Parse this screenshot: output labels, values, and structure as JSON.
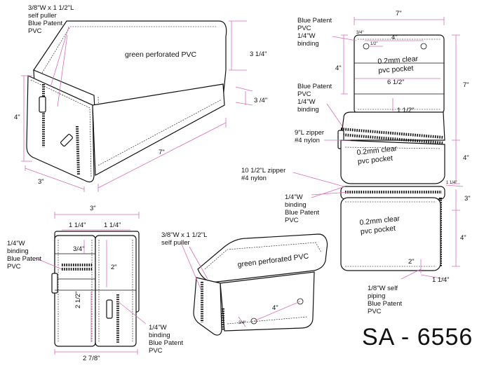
{
  "labels": {
    "puller_tl": "3/8\"W x 1 1/2\"L\nself puller\nBlue Patent\nPVC",
    "green_top": "green perforated PVC",
    "binding_top_r": "Blue Patent\nPVC\n1/4\"W\nbinding",
    "binding_mid_r": "Blue Patent\nPVC\n1/4\"W\nbinding",
    "zipper_9": "9\"L zipper\n#4 nylon",
    "zipper_10": "10 1/2\"L zipper\n#4 nylon",
    "binding_lower_r": "1/4\"W\nbinding\nBlue Patent\nPVC",
    "binding_front_l": "1/4\"W\nbinding\nBlue Patent\nPVC",
    "binding_front_bot": "1/4\"W\nbinding\nBlue Patent\nPVC",
    "puller_bc": "3/8\"W x 1 1/2\"L\nself puller",
    "green_bc": "green perforated PVC",
    "piping": "1/8\"W self\npiping\nBlue Patent\nPVC",
    "pocket_1": "0.2mm clear\npvc pocket",
    "pocket_2": "0.2mm clear\npvc pocket",
    "pocket_3": "0.2mm clear\npvc pocket"
  },
  "dims": {
    "tl_height": "3 1/4\"",
    "tl_side": "3 /4\"",
    "tl_front": "4\"",
    "tl_len": "7\"",
    "tl_depth": "3\"",
    "fr_width": "3\"",
    "fr_114a": "1 1/4\"",
    "fr_114b": "1 1/4\"",
    "fr_34": "3/4\"",
    "fr_2": "2\"",
    "fr_212": "2 1/2\"",
    "fr_278": "2 7/8\"",
    "bc_4": "4\"",
    "bc_34": "3/4\"",
    "rt_7": "7\"",
    "rt_34": "3/4\"",
    "rt_12": "1/2\"",
    "rt_4top": "4\"",
    "rt_4left": "4\"",
    "rt_612": "6 1/2\"",
    "rt_7right": "7\"",
    "rt_112": "1 1/2\"",
    "rt_4mid": "4\"",
    "rt_114sm": "1 1/4\"",
    "rt_3": "3\"",
    "rt_4bot": "4\"",
    "rt_2": "2\"",
    "rt_114bot": "1 1/4\""
  },
  "title": "SA - 6556"
}
